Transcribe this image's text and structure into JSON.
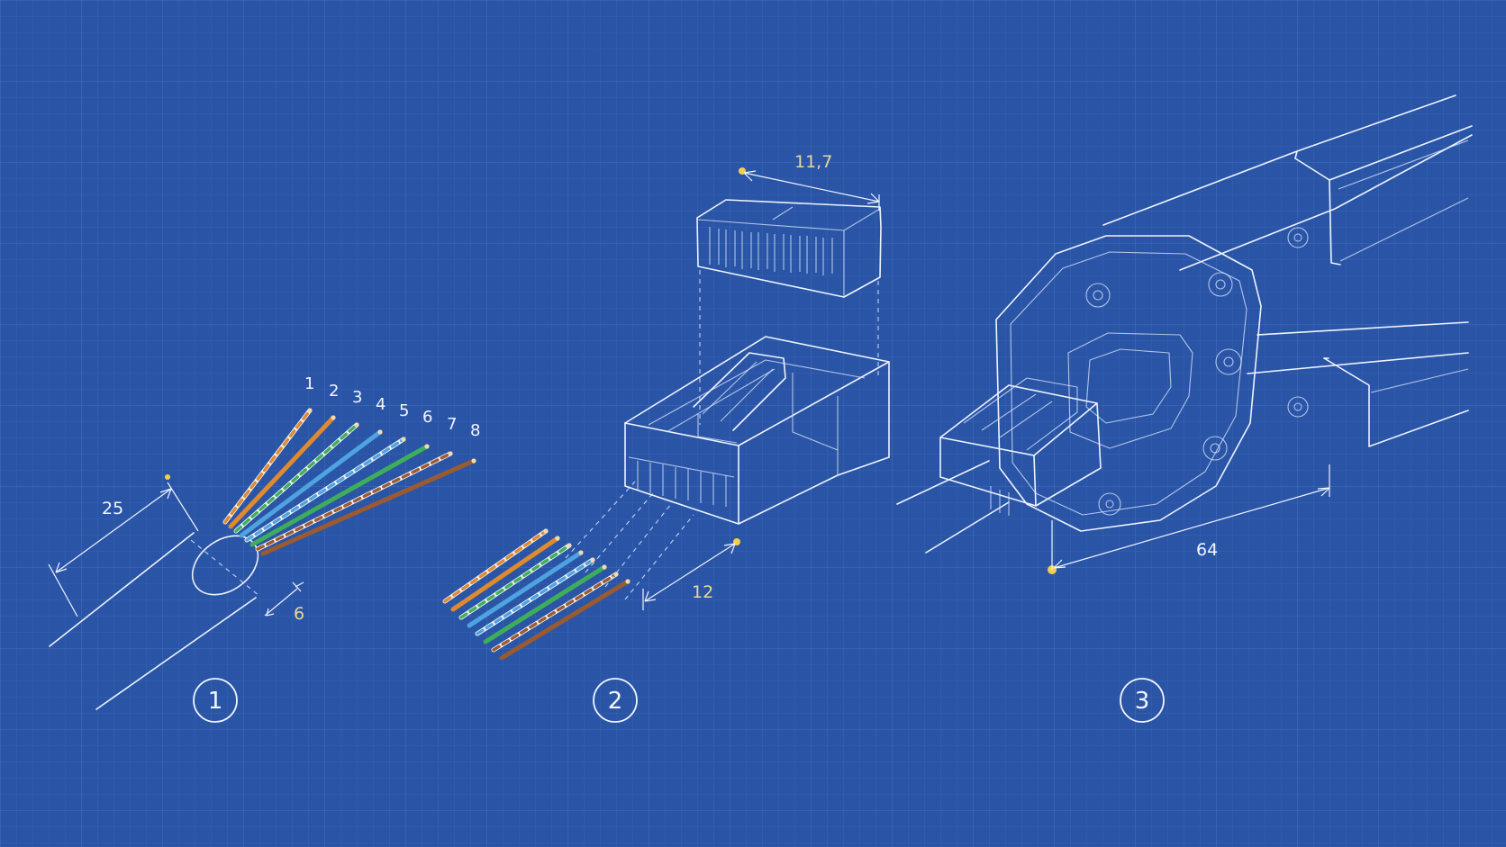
{
  "colors": {
    "background": "#2a55a6",
    "grid": "#3b66b5",
    "line": "#eef3ff",
    "dimension_yellow": "#f4cf4a",
    "wire_orange": "#e08a2e",
    "wire_green": "#3fae5a",
    "wire_blue": "#4fa3e0",
    "wire_brown": "#9b5a2f"
  },
  "steps": [
    {
      "number": "1",
      "wire_numbers": [
        "1",
        "2",
        "3",
        "4",
        "5",
        "6",
        "7",
        "8"
      ],
      "dimensions": {
        "strip_length": "25",
        "jacket_gap": "6"
      }
    },
    {
      "number": "2",
      "dimensions": {
        "connector_width": "11,7",
        "insert_depth": "12"
      }
    },
    {
      "number": "3",
      "dimensions": {
        "tool_offset": "64"
      }
    }
  ]
}
